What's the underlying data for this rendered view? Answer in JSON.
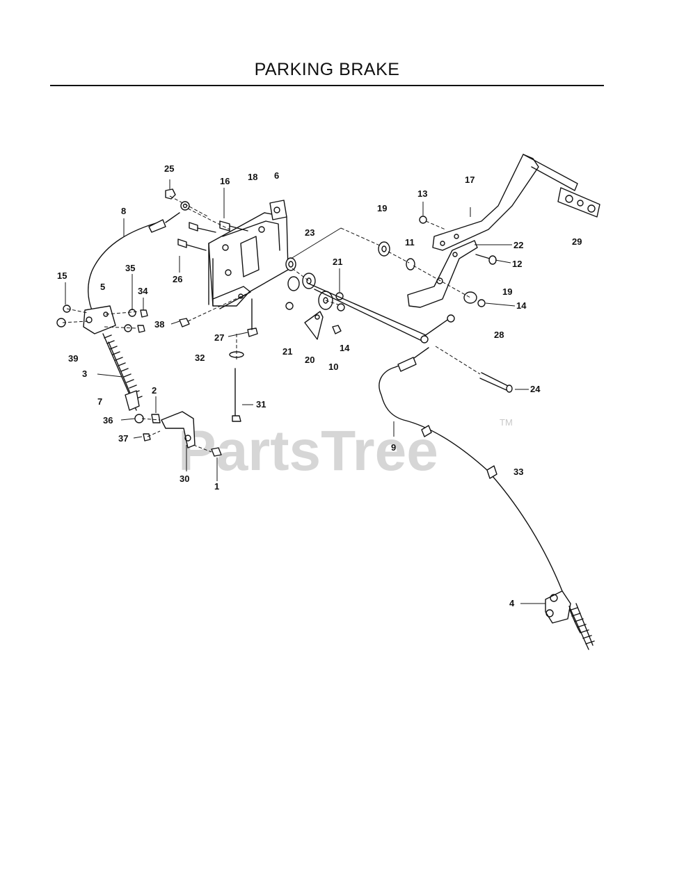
{
  "page": {
    "title": "PARKING BRAKE"
  },
  "watermark": {
    "text": "PartsTree",
    "trademark": "TM"
  },
  "callouts": {
    "c1": "1",
    "c2": "2",
    "c3": "3",
    "c4": "4",
    "c5": "5",
    "c6": "6",
    "c7": "7",
    "c8": "8",
    "c9": "9",
    "c10": "10",
    "c11": "11",
    "c12": "12",
    "c13": "13",
    "c14a": "14",
    "c14b": "14",
    "c15": "15",
    "c16": "16",
    "c17": "17",
    "c18": "18",
    "c19a": "19",
    "c19b": "19",
    "c20": "20",
    "c21a": "21",
    "c21b": "21",
    "c22": "22",
    "c23": "23",
    "c24": "24",
    "c25": "25",
    "c26": "26",
    "c27": "27",
    "c28": "28",
    "c29": "29",
    "c30": "30",
    "c31": "31",
    "c32": "32",
    "c33": "33",
    "c34": "34",
    "c35": "35",
    "c36": "36",
    "c37": "37",
    "c38": "38",
    "c39": "39"
  }
}
